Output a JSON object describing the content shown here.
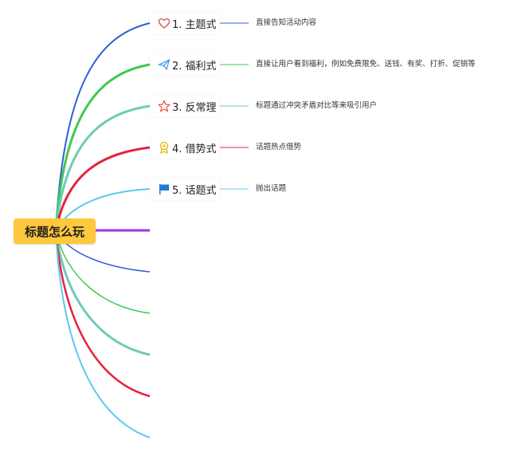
{
  "root": {
    "label": "标题怎么玩",
    "color": "#ffc83d"
  },
  "branches": [
    {
      "label": "1. 主题式",
      "icon": "heart-icon",
      "color": "#2f5fd8",
      "desc": "直接告知活动内容"
    },
    {
      "label": "2. 福利式",
      "icon": "paper-plane-icon",
      "color": "#3fc94f",
      "desc": "直接让用户看到福利，例如免费限免、送钱、有奖、打折、促销等"
    },
    {
      "label": "3. 反常理",
      "icon": "star-icon",
      "color": "#6fcab7",
      "desc": "标题通过冲突矛盾对比等来吸引用户"
    },
    {
      "label": "4. 借势式",
      "icon": "medal-icon",
      "color": "#e4233f",
      "desc": "话题热点借势"
    },
    {
      "label": "5. 话题式",
      "icon": "flag-icon",
      "color": "#5ec8ec",
      "desc": "抛出话题"
    }
  ],
  "empty_branch_colors": [
    "#a234e0",
    "#2f5fd8",
    "#3fc94f",
    "#6fcab7",
    "#e4233f",
    "#5ec8ec"
  ]
}
